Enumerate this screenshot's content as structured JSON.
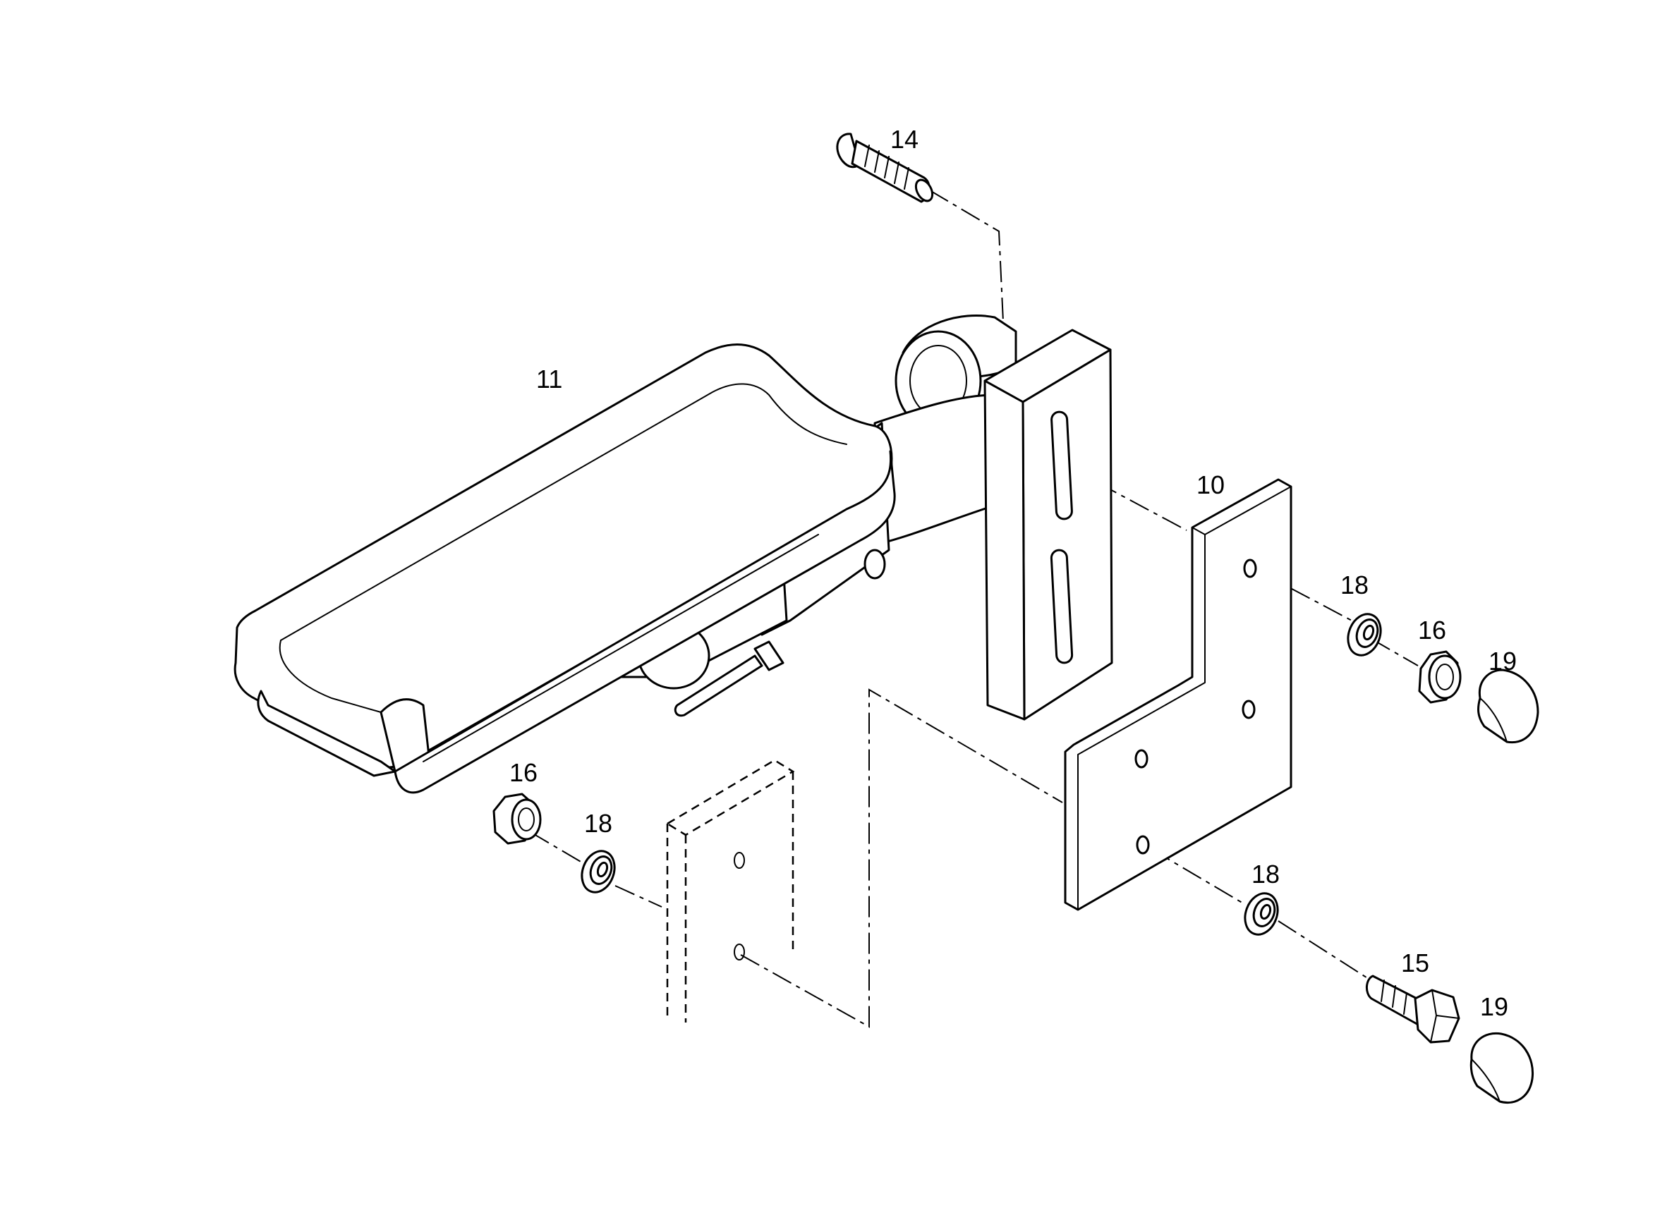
{
  "parts": {
    "p10": {
      "label": "10"
    },
    "p11": {
      "label": "11"
    },
    "p14": {
      "label": "14"
    },
    "p15": {
      "label": "15"
    },
    "p16a": {
      "label": "16"
    },
    "p16b": {
      "label": "16"
    },
    "p18a": {
      "label": "18"
    },
    "p18b": {
      "label": "18"
    },
    "p18c": {
      "label": "18"
    },
    "p19a": {
      "label": "19"
    },
    "p19b": {
      "label": "19"
    }
  }
}
